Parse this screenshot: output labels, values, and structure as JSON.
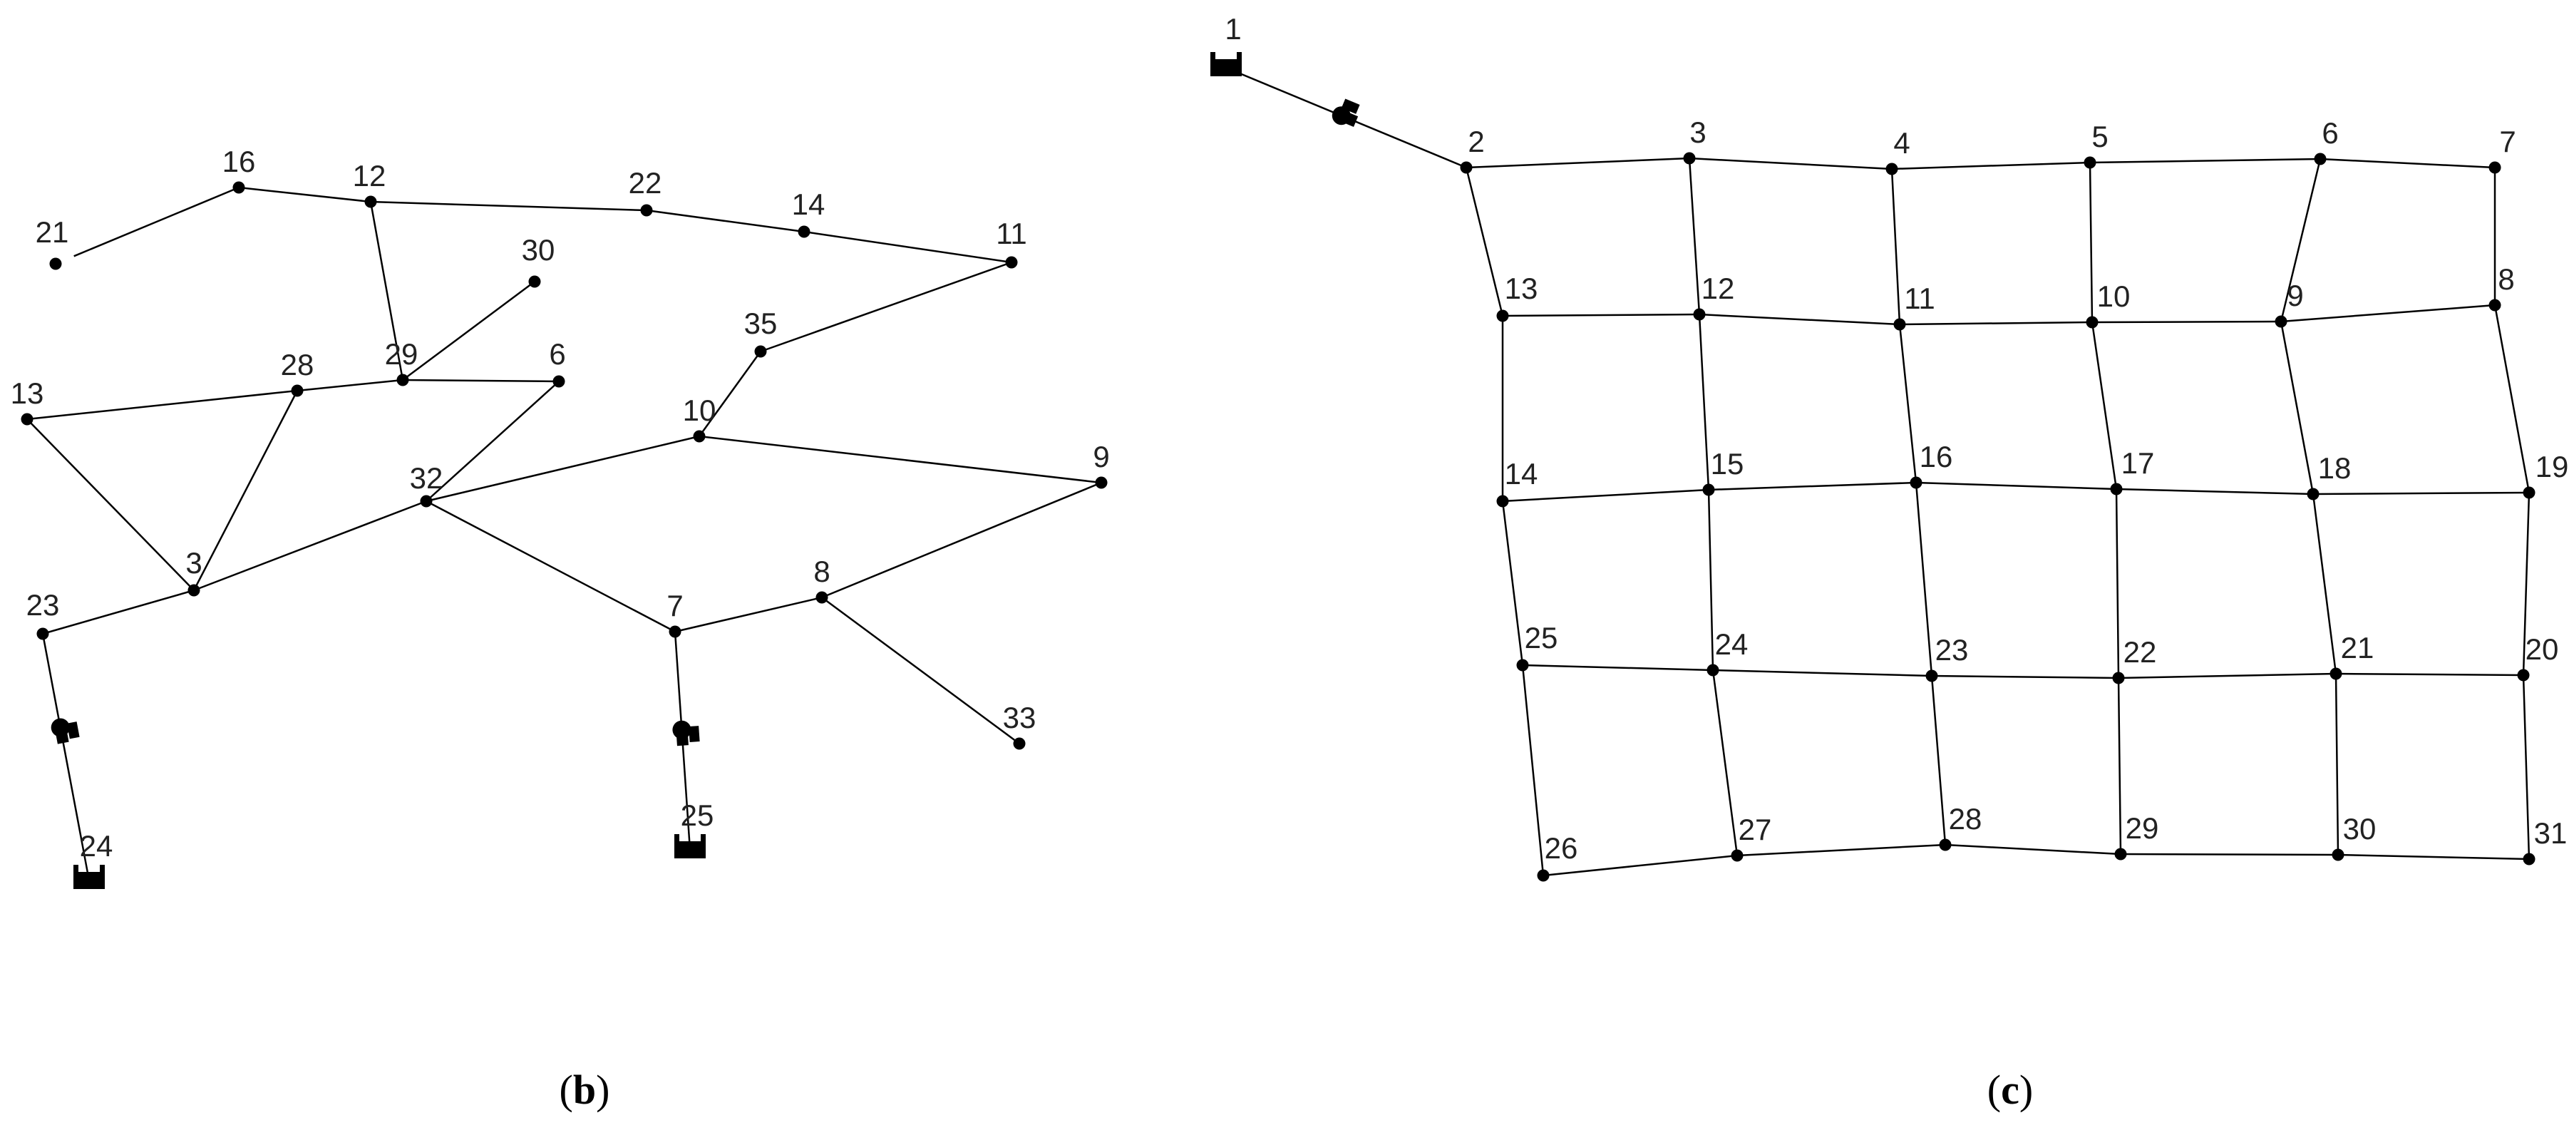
{
  "colors": {
    "line": "#000000",
    "label": "#222222",
    "background": "#ffffff"
  },
  "panels": [
    {
      "id": "b",
      "caption": {
        "open": "(",
        "letter": "b",
        "close": ")"
      },
      "nodes": [
        "21",
        "16",
        "12",
        "22",
        "14",
        "11",
        "30",
        "35",
        "13",
        "28",
        "29",
        "6",
        "10",
        "9",
        "32",
        "3",
        "23",
        "7",
        "8",
        "33",
        "24",
        "25"
      ],
      "pipes": [
        [
          "21",
          "16"
        ],
        [
          "16",
          "12"
        ],
        [
          "12",
          "22"
        ],
        [
          "22",
          "14"
        ],
        [
          "14",
          "11"
        ],
        [
          "11",
          "35"
        ],
        [
          "35",
          "10"
        ],
        [
          "12",
          "29"
        ],
        [
          "29",
          "30"
        ],
        [
          "13",
          "28"
        ],
        [
          "28",
          "29"
        ],
        [
          "29",
          "6"
        ],
        [
          "6",
          "32"
        ],
        [
          "13",
          "3"
        ],
        [
          "28",
          "3"
        ],
        [
          "3",
          "32"
        ],
        [
          "32",
          "10"
        ],
        [
          "10",
          "9"
        ],
        [
          "32",
          "7"
        ],
        [
          "7",
          "8"
        ],
        [
          "8",
          "9"
        ],
        [
          "8",
          "33"
        ],
        [
          "23",
          "3"
        ],
        [
          "23",
          "24"
        ],
        [
          "7",
          "25"
        ]
      ],
      "reservoirs": [
        "24",
        "25"
      ],
      "pumps": [
        {
          "pipe": [
            "23",
            "24"
          ],
          "t": 0.38
        },
        {
          "pipe": [
            "7",
            "25"
          ],
          "t": 0.45
        }
      ]
    },
    {
      "id": "c",
      "caption": {
        "open": "(",
        "letter": "c",
        "close": ")"
      },
      "nodes": [
        "1",
        "2",
        "3",
        "4",
        "5",
        "6",
        "7",
        "13",
        "12",
        "11",
        "10",
        "9",
        "8",
        "14",
        "15",
        "16",
        "17",
        "18",
        "19",
        "25",
        "24",
        "23",
        "22",
        "21",
        "20",
        "26",
        "27",
        "28",
        "29",
        "30",
        "31"
      ],
      "pipes": [
        [
          "1",
          "2"
        ],
        [
          "2",
          "3"
        ],
        [
          "3",
          "4"
        ],
        [
          "4",
          "5"
        ],
        [
          "5",
          "6"
        ],
        [
          "6",
          "7"
        ],
        [
          "2",
          "13"
        ],
        [
          "3",
          "12"
        ],
        [
          "4",
          "11"
        ],
        [
          "5",
          "10"
        ],
        [
          "6",
          "9"
        ],
        [
          "7",
          "8"
        ],
        [
          "13",
          "12"
        ],
        [
          "12",
          "11"
        ],
        [
          "11",
          "10"
        ],
        [
          "10",
          "9"
        ],
        [
          "9",
          "8"
        ],
        [
          "13",
          "14"
        ],
        [
          "12",
          "15"
        ],
        [
          "11",
          "16"
        ],
        [
          "10",
          "17"
        ],
        [
          "9",
          "18"
        ],
        [
          "8",
          "19"
        ],
        [
          "14",
          "15"
        ],
        [
          "15",
          "16"
        ],
        [
          "16",
          "17"
        ],
        [
          "17",
          "18"
        ],
        [
          "18",
          "19"
        ],
        [
          "14",
          "25"
        ],
        [
          "15",
          "24"
        ],
        [
          "16",
          "23"
        ],
        [
          "17",
          "22"
        ],
        [
          "18",
          "21"
        ],
        [
          "19",
          "20"
        ],
        [
          "25",
          "24"
        ],
        [
          "24",
          "23"
        ],
        [
          "23",
          "22"
        ],
        [
          "22",
          "21"
        ],
        [
          "21",
          "20"
        ],
        [
          "25",
          "26"
        ],
        [
          "24",
          "27"
        ],
        [
          "23",
          "28"
        ],
        [
          "22",
          "29"
        ],
        [
          "21",
          "30"
        ],
        [
          "20",
          "31"
        ],
        [
          "26",
          "27"
        ],
        [
          "27",
          "28"
        ],
        [
          "28",
          "29"
        ],
        [
          "29",
          "30"
        ],
        [
          "30",
          "31"
        ]
      ],
      "reservoirs": [
        "1"
      ],
      "pumps": [
        {
          "pipe": [
            "1",
            "2"
          ],
          "t": 0.48
        }
      ]
    }
  ]
}
